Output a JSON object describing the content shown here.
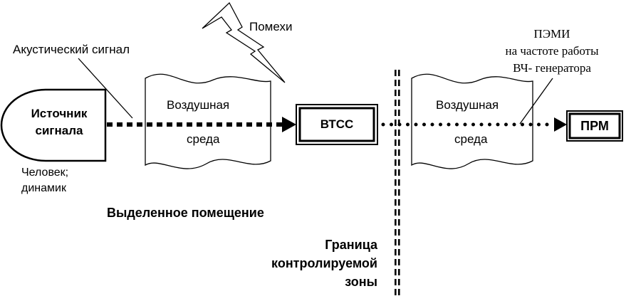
{
  "source": {
    "title": "Источник сигнала",
    "caption": "Человек; динамик"
  },
  "acoustic_signal": "Акустический сигнал",
  "interference": "Помехи",
  "medium_left": {
    "line1": "Воздушная",
    "line2": "среда"
  },
  "medium_right": {
    "line1": "Воздушная",
    "line2": "среда"
  },
  "btss": "ВТСС",
  "prm": "ПРМ",
  "pemi": {
    "line1": "ПЭМИ",
    "line2": "на частоте работы",
    "line3": "ВЧ- генератора"
  },
  "dedicated_room": "Выделенное помещение",
  "zone_boundary": {
    "line1": "Граница",
    "line2": "контролируемой",
    "line3": "зоны"
  }
}
